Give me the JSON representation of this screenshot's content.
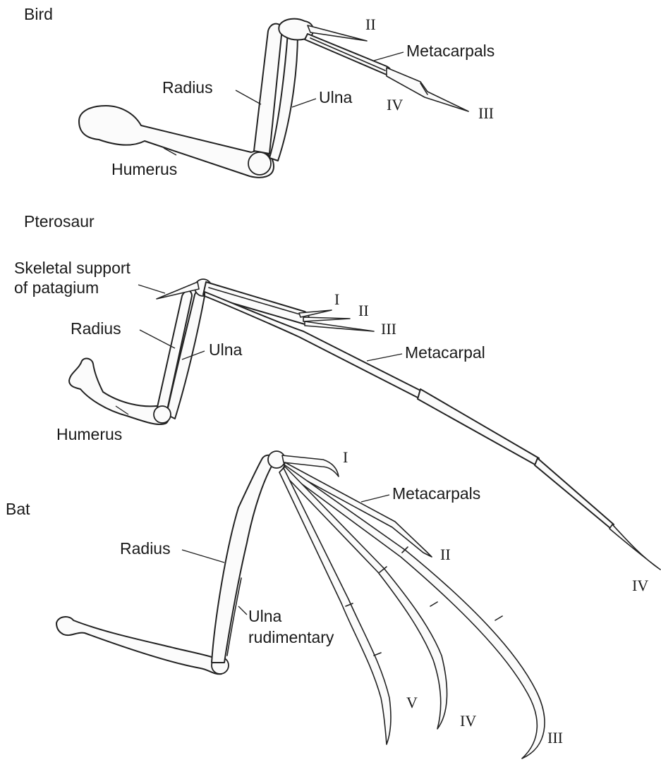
{
  "bird": {
    "title": "Bird",
    "labels": {
      "radius": "Radius",
      "ulna": "Ulna",
      "humerus": "Humerus",
      "metacarpals": "Metacarpals",
      "digit_ii": "II",
      "digit_iii": "III",
      "digit_iv": "IV"
    }
  },
  "pterosaur": {
    "title": "Pterosaur",
    "labels": {
      "skeletal_support_line1": "Skeletal support",
      "skeletal_support_line2": "of patagium",
      "radius": "Radius",
      "ulna": "Ulna",
      "humerus": "Humerus",
      "metacarpal": "Metacarpal",
      "digit_i": "I",
      "digit_ii": "II",
      "digit_iii": "III",
      "digit_iv": "IV"
    }
  },
  "bat": {
    "title": "Bat",
    "labels": {
      "radius": "Radius",
      "ulna_line1": "Ulna",
      "ulna_line2": "rudimentary",
      "metacarpals": "Metacarpals",
      "digit_i": "I",
      "digit_ii": "II",
      "digit_iii": "III",
      "digit_iv": "IV",
      "digit_v": "V"
    }
  }
}
